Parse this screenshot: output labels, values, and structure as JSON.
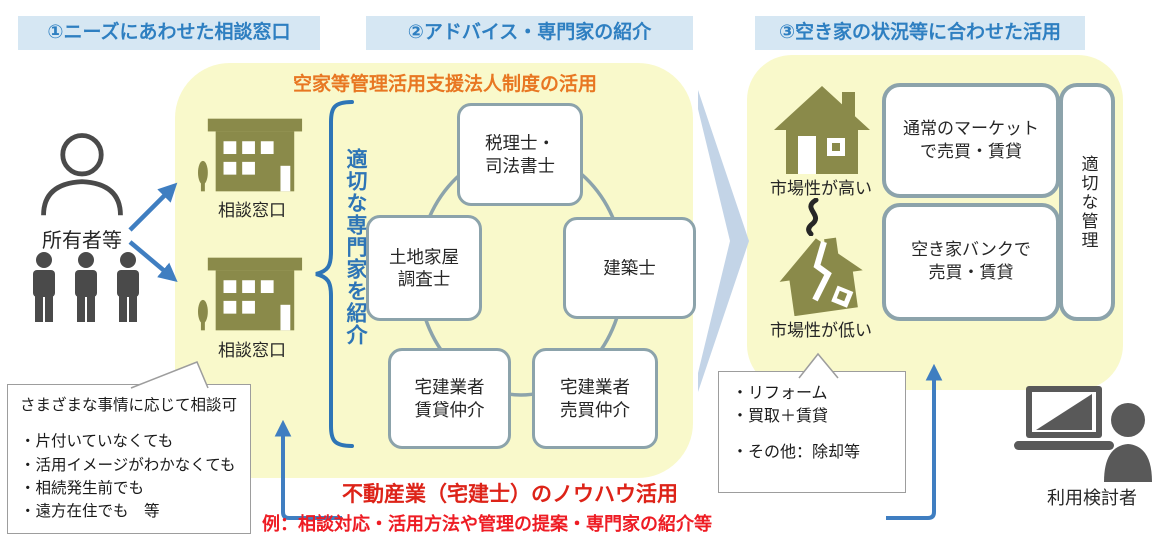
{
  "colors": {
    "header_bg": "#d6e7f3",
    "header_text": "#2e7fc1",
    "yellow_blob": "#f9f9cb",
    "olive_icon": "#8a8a4a",
    "box_border": "#8ca3ab",
    "arrow_blue": "#3f7ec1",
    "chevron_blue": "#c3d4e7",
    "orange_title": "#e87722",
    "red_text": "#ee1c24",
    "dark_icon": "#4d4d4d",
    "brace_blue": "#2e75b6"
  },
  "headers": [
    "①ニーズにあわせた相談窓口",
    "②アドバイス・専門家の紹介",
    "③空き家の状況等に合わせた活用"
  ],
  "left": {
    "owner": "所有者等",
    "counter1": "相談窓口",
    "counter2": "相談窓口",
    "brace_label": "適切な専門家を紹介",
    "bubble": {
      "title": "さまざまな事情に応じて相談可",
      "items": [
        "・片付いていなくても",
        "・活用イメージがわかなくても",
        "・相続発生前でも",
        "・遠方在住でも　等"
      ]
    }
  },
  "center": {
    "title": "空家等管理活用支援法人制度の活用",
    "experts": {
      "tax": "税理士・\n司法書士",
      "architect": "建築士",
      "sale": "宅建業者\n売買仲介",
      "rental": "宅建業者\n賃貸仲介",
      "surveyor": "土地家屋\n調査士"
    }
  },
  "right": {
    "market_high": "市場性が高い",
    "market_low": "市場性が低い",
    "market_box": "通常のマーケット\nで売買・賃貸",
    "bank_box": "空き家バンクで\n売買・賃貸",
    "mgmt_box": "適切な管理",
    "bubble": {
      "items": [
        "・リフォーム",
        "・買取＋賃貸",
        "・その他：除却等"
      ]
    },
    "user": "利用検討者"
  },
  "bottom": {
    "line1": "不動産業（宅建士）のノウハウ活用",
    "line2": "例：相談対応・活用方法や管理の提案・専門家の紹介等"
  }
}
